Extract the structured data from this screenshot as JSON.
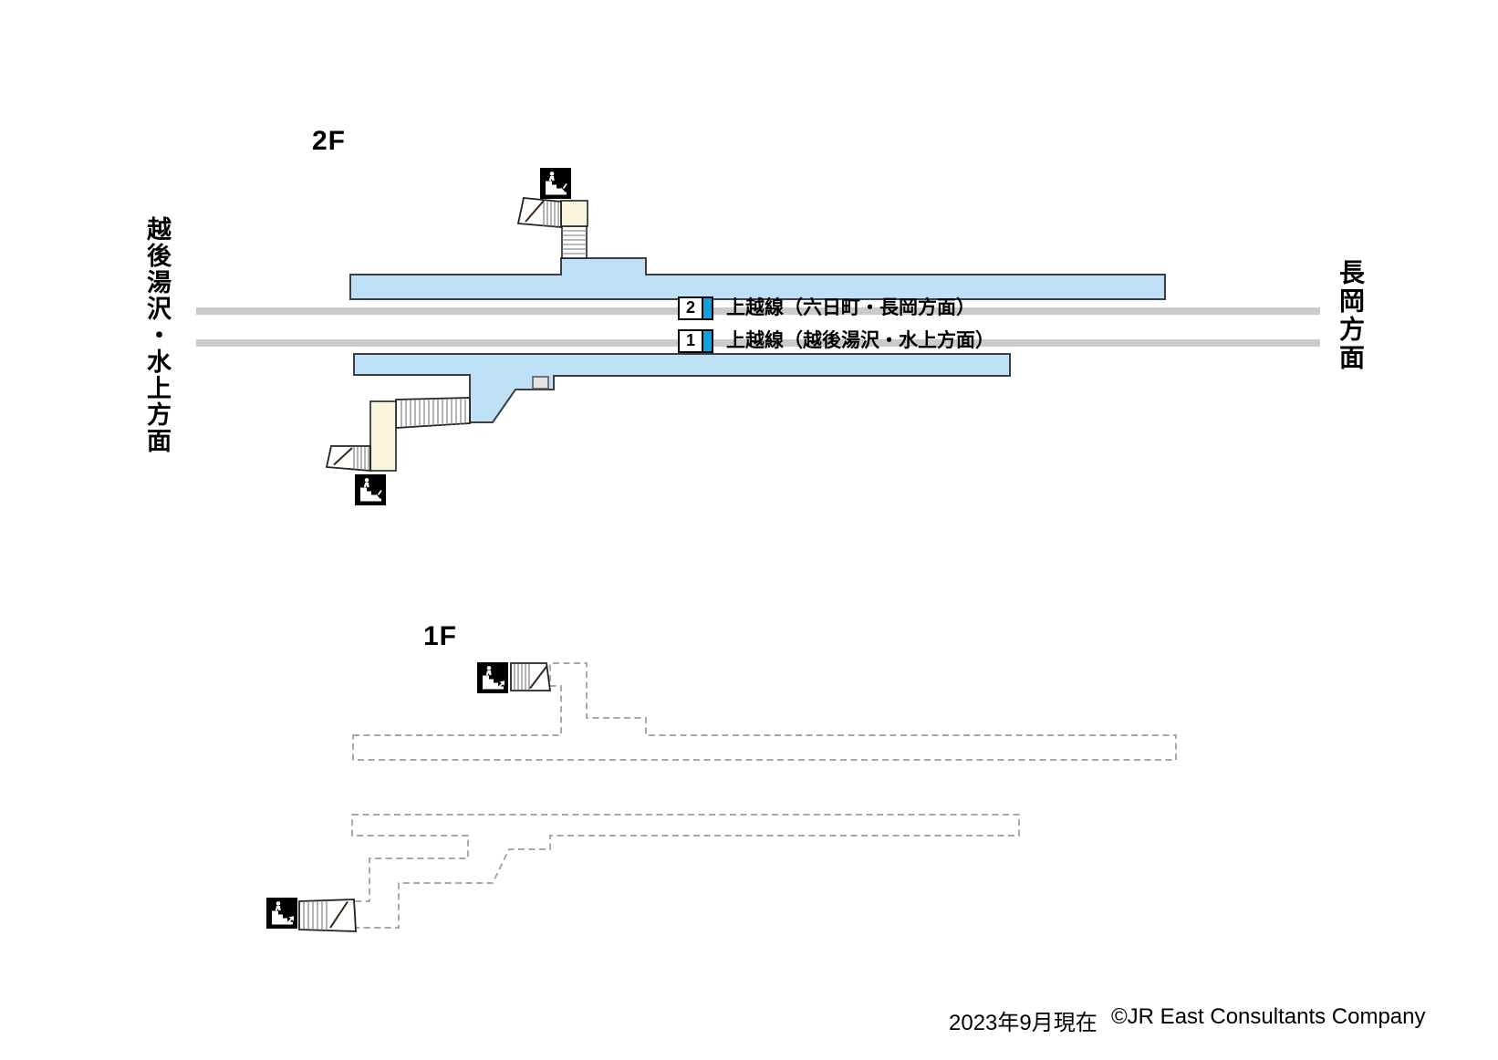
{
  "map": {
    "floors": [
      {
        "label": "2F"
      },
      {
        "label": "1F"
      }
    ],
    "directions": {
      "left": "越後湯沢・水上方面",
      "right": "長岡方面"
    },
    "tracks": [
      {
        "number": "2",
        "line": "上越線（六日町・長岡方面）"
      },
      {
        "number": "1",
        "line": "上越線（越後湯沢・水上方面）"
      }
    ],
    "icons": [
      {
        "name": "stairs-down-icon",
        "meaning": "階段（下り）"
      },
      {
        "name": "stairs-up-icon",
        "meaning": "階段（上り）"
      }
    ],
    "footer": {
      "as_of": "2023年9月現在",
      "copyright": "©JR East Consultants Company"
    },
    "colors": {
      "platform_fill": "#BEE1F7",
      "stair_landing_fill": "#FAF5DA",
      "track_gray": "#CBCBCB",
      "line_color_bar": "#14A0DC",
      "floor1_outline": "#9B9B9B",
      "icon_background": "#000000"
    }
  }
}
